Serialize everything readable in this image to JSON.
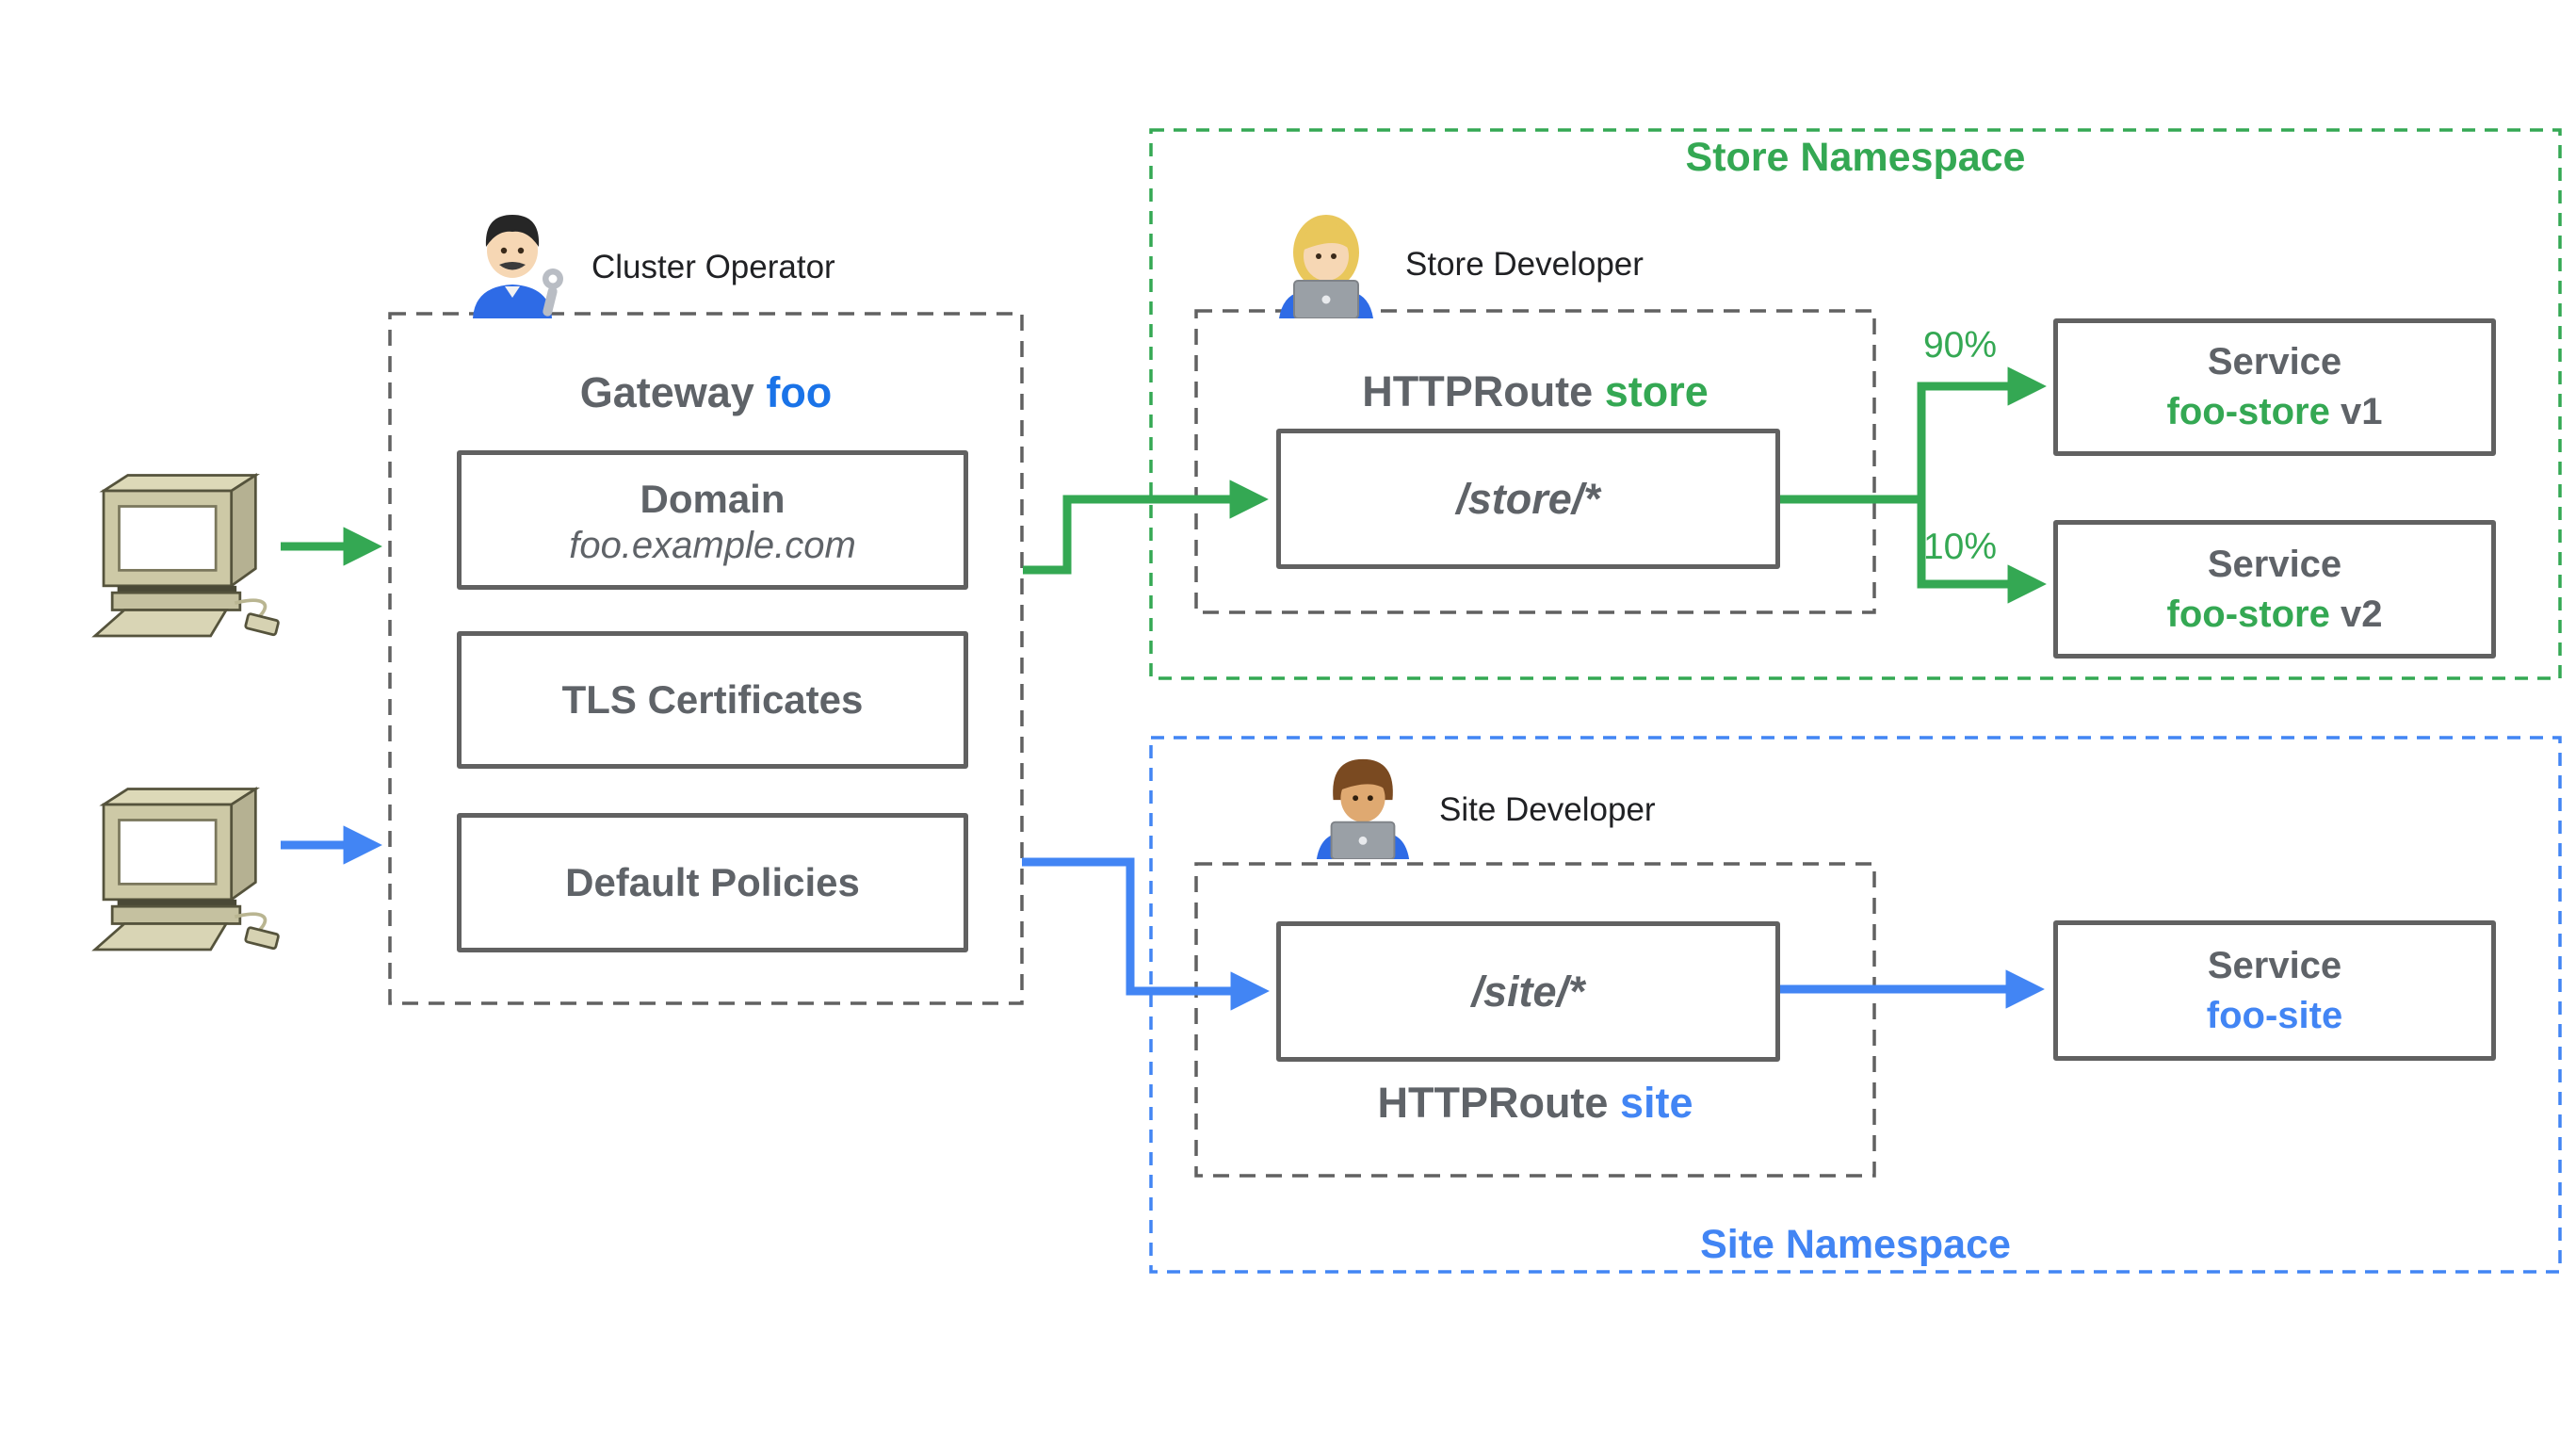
{
  "colors": {
    "green": "#34A853",
    "blue": "#4285F4",
    "foo_blue": "#1A73E8",
    "gray_text": "#5F6368",
    "box_border": "#616161",
    "person_label": "#202124"
  },
  "clients": {
    "top_icon": "desktop-computer",
    "bottom_icon": "desktop-computer"
  },
  "cluster_operator": {
    "icon": "man-mechanic-emoji",
    "label": "Cluster Operator"
  },
  "gateway": {
    "title_prefix": "Gateway",
    "title_name": "foo",
    "domain_title": "Domain",
    "domain_value": "foo.example.com",
    "tls_label": "TLS Certificates",
    "policies_label": "Default Policies"
  },
  "store": {
    "namespace_label": "Store Namespace",
    "developer_icon": "woman-technologist-emoji",
    "developer_label": "Store Developer",
    "route_prefix": "HTTPRoute",
    "route_name": "store",
    "route_path": "/store/*",
    "weight_v1": "90%",
    "weight_v2": "10%",
    "service_title": "Service",
    "service_v1_name": "foo-store",
    "service_v1_version": "v1",
    "service_v2_name": "foo-store",
    "service_v2_version": "v2"
  },
  "site": {
    "namespace_label": "Site Namespace",
    "developer_icon": "man-technologist-emoji",
    "developer_label": "Site Developer",
    "route_prefix": "HTTPRoute",
    "route_name": "site",
    "route_path": "/site/*",
    "service_title": "Service",
    "service_name": "foo-site"
  }
}
